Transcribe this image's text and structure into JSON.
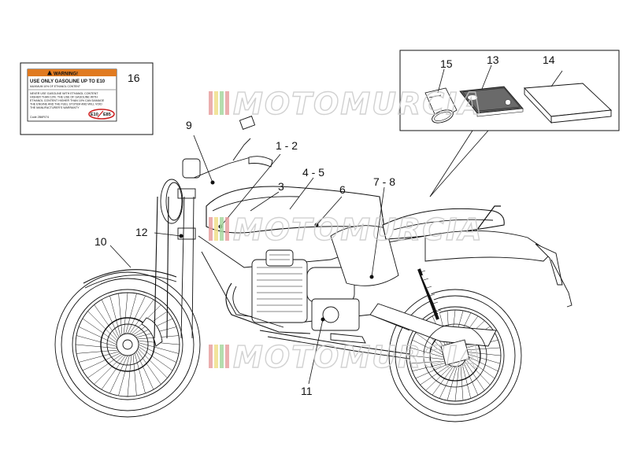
{
  "watermark": "MOTOMURCIA",
  "callouts": {
    "c16": "16",
    "c15": "15",
    "c13": "13",
    "c14": "14",
    "c9": "9",
    "c1_2": "1 - 2",
    "c3": "3",
    "c4_5": "4 - 5",
    "c6": "6",
    "c7_8": "7 - 8",
    "c10": "10",
    "c12": "12",
    "c11": "11"
  },
  "warning_label": {
    "header": "WARNING!",
    "title": "USE ONLY GASOLINE UP TO E10",
    "subtitle": "MAXIMUM 10% OF ETHANOL CONTENT",
    "body": [
      "NEVER USE GASOLINE WITH ETHANOL CONTENT",
      "HIGHER THAN 10%. THE USE OF GASOLINE WITH",
      "ETHANOL CONTENT HIGHER THAN 10% CAN DAMAGE",
      "THE ENGINE AND THE FUEL SYSTEM AND WILL VOID",
      "THE MANUFACTURER'S WARRANTY"
    ],
    "code": "Code 2B6F074",
    "e10": "E10",
    "e85": "E85"
  },
  "colors": {
    "line": "#111111",
    "watermark_outline": "#c9c9c9",
    "warning_orange": "#e07a20",
    "badge_red": "#cc2020",
    "stripe_red": "#e8a0a0",
    "stripe_yellow": "#f0e08a",
    "stripe_green": "#a8d8a0"
  }
}
